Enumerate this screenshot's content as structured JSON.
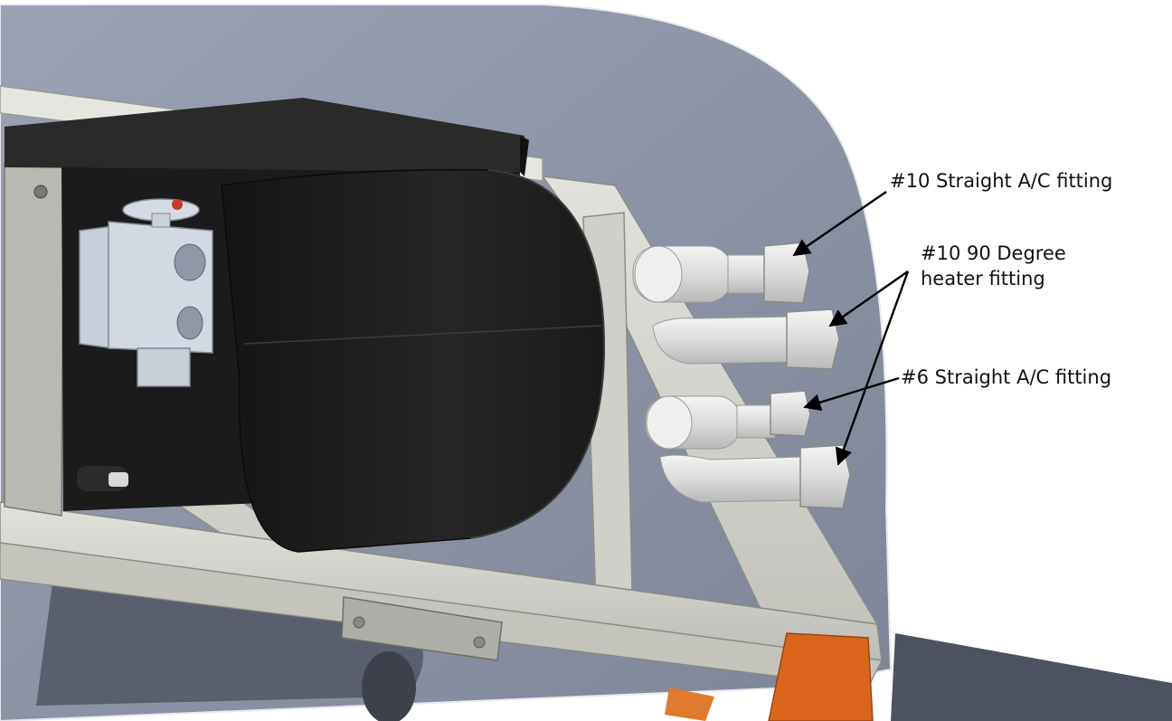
{
  "callouts": {
    "straight_10": "#10 Straight A/C fitting",
    "heater_90_line1": "#10 90 Degree",
    "heater_90_line2": "heater fitting",
    "straight_6": "#6 Straight A/C fitting"
  },
  "colors": {
    "panel": "#8f97a8",
    "panel_dark": "#737a89",
    "box": "#1c1c1c",
    "blower": "#222222",
    "frame": "#d5d5d0",
    "frame_shade": "#b8b8b2",
    "fitting": "#e4e4e4",
    "bracket_orange": "#d9661c",
    "arrow": "#000000"
  }
}
